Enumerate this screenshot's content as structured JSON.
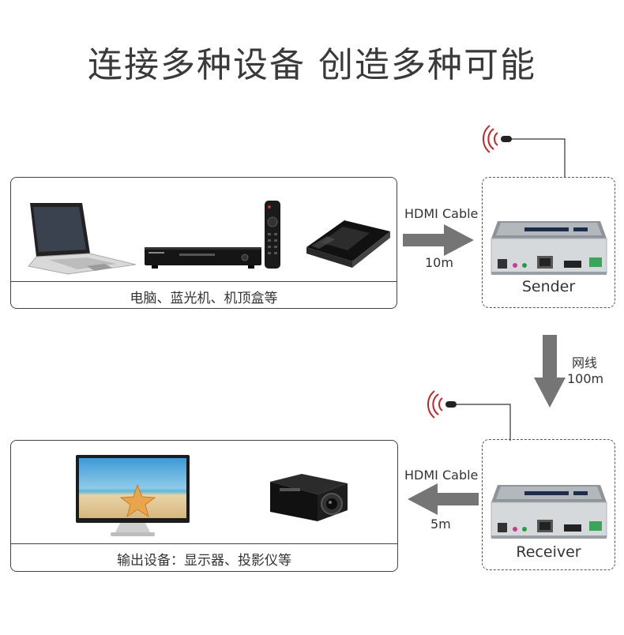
{
  "title": "连接多种设备 创造多种可能",
  "source_panel": {
    "caption": "电脑、蓝光机、机顶盒等"
  },
  "output_panel": {
    "caption": "输出设备：显示器、投影仪等"
  },
  "sender": {
    "label": "Sender"
  },
  "receiver": {
    "label": "Receiver"
  },
  "link_in": {
    "cable": "HDMI Cable",
    "distance": "10m"
  },
  "link_net": {
    "cable": "网线",
    "distance": "100m"
  },
  "link_out": {
    "cable": "HDMI Cable",
    "distance": "5m"
  },
  "colors": {
    "arrow": "#757575",
    "ir": "#c0272d",
    "device_body": "#d6d9dc"
  }
}
